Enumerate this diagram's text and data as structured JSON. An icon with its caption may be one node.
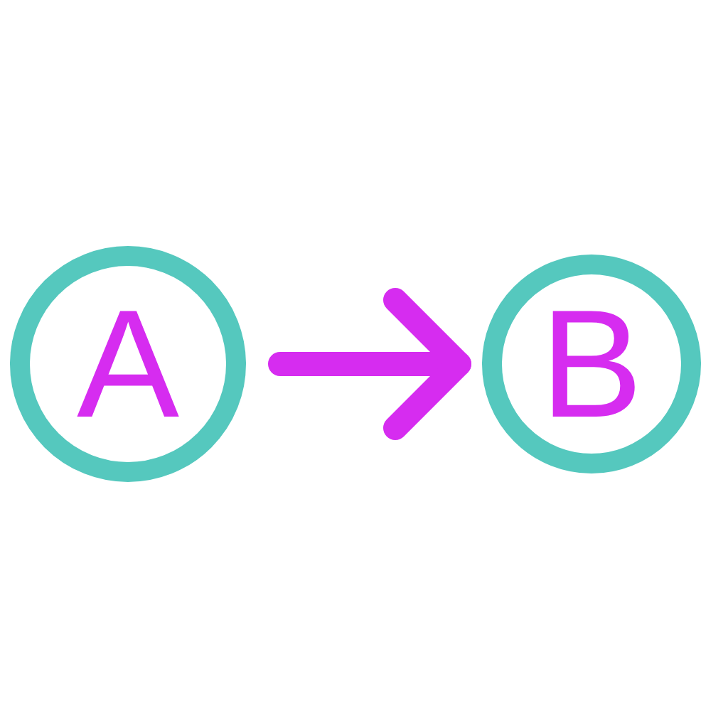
{
  "diagram": {
    "nodes": [
      {
        "text": [
          "A"
        ]
      },
      {
        "text": [
          "B"
        ]
      }
    ],
    "edges": [
      {
        "from": 0,
        "to": 1,
        "arrow": "to"
      }
    ]
  }
}
